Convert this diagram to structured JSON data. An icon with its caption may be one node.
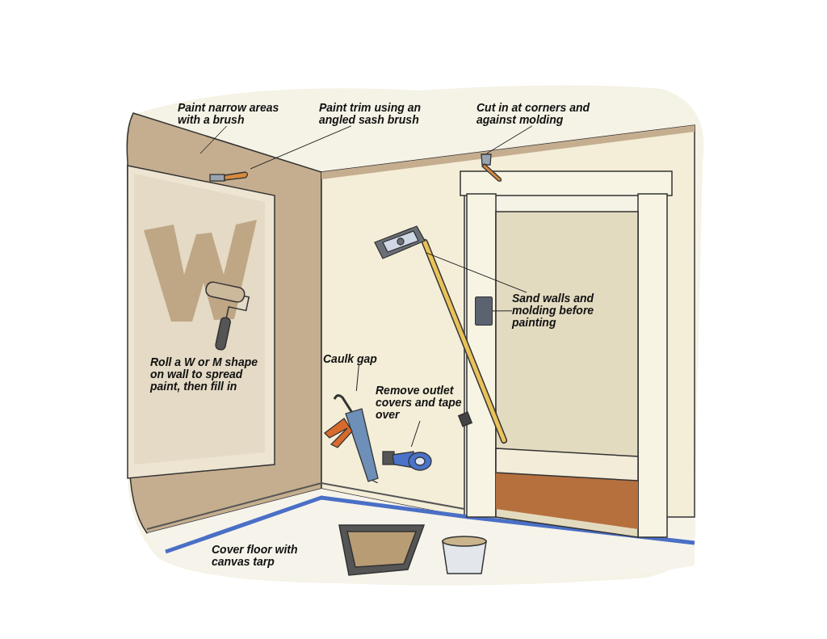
{
  "diagram": {
    "nodes": [
      {
        "text": [
          "Paint narrow areas with a brush"
        ]
      },
      {
        "text": [
          "Paint trim using an angled sash brush"
        ]
      },
      {
        "text": [
          "Cut in at corners and against molding"
        ]
      },
      {
        "text": [
          "Sand walls and molding before painting"
        ]
      },
      {
        "text": [
          "Caulk gap"
        ]
      },
      {
        "text": [
          "Remove outlet covers and tape over"
        ]
      },
      {
        "text": [],
        "shape": "picture"
      },
      {
        "text": [],
        "shape": "picture"
      },
      {
        "text": [],
        "shape": "picture"
      },
      {
        "text": [],
        "shape": "box"
      },
      {
        "text": [],
        "shape": "picture"
      },
      {
        "text": [],
        "shape": "picture"
      }
    ],
    "edges": [
      {
        "from": 0,
        "to": null,
        "arrow": "none"
      },
      {
        "from": 1,
        "to": 6,
        "arrow": "none"
      },
      {
        "from": 2,
        "to": 7,
        "arrow": "none"
      },
      {
        "from": 3,
        "to": 8,
        "arrow": "none"
      },
      {
        "from": 3,
        "to": 9,
        "arrow": "none"
      },
      {
        "from": 4,
        "to": 10,
        "arrow": "none"
      },
      {
        "from": 5,
        "to": 11,
        "arrow": "none"
      }
    ],
    "labels": [
      "Roll a W or M shape on wall to spread paint, then fill in",
      "Cover floor with canvas tarp"
    ]
  }
}
